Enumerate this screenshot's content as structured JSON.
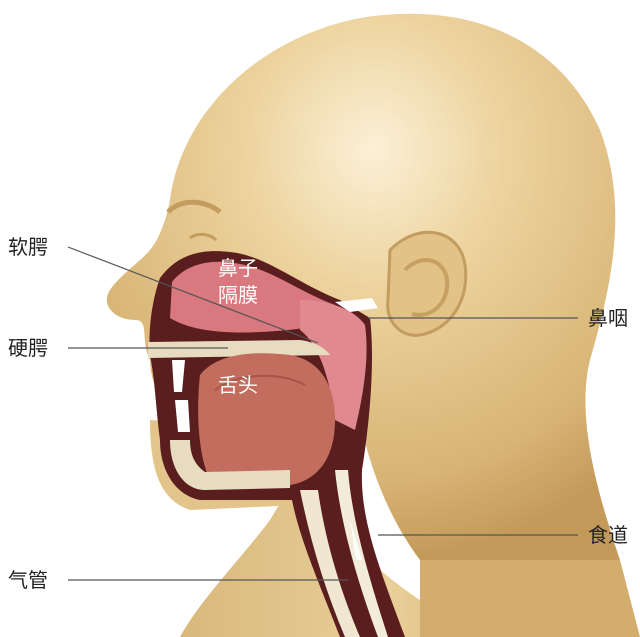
{
  "labels": {
    "soft_palate": "软腭",
    "hard_palate": "硬腭",
    "trachea": "气管",
    "nasopharynx": "鼻咽",
    "esophagus": "食道",
    "nasal_septum_line1": "鼻子",
    "nasal_septum_line2": "隔膜",
    "tongue": "舌头"
  },
  "colors": {
    "skin": "#e6c98f",
    "skin_shadow": "#c9a263",
    "tissue_dark": "#5a1e1e",
    "mucosa_pink": "#d9787f",
    "tongue": "#c26d5e",
    "bone": "#e8dcc0",
    "leader_line": "#555555"
  }
}
